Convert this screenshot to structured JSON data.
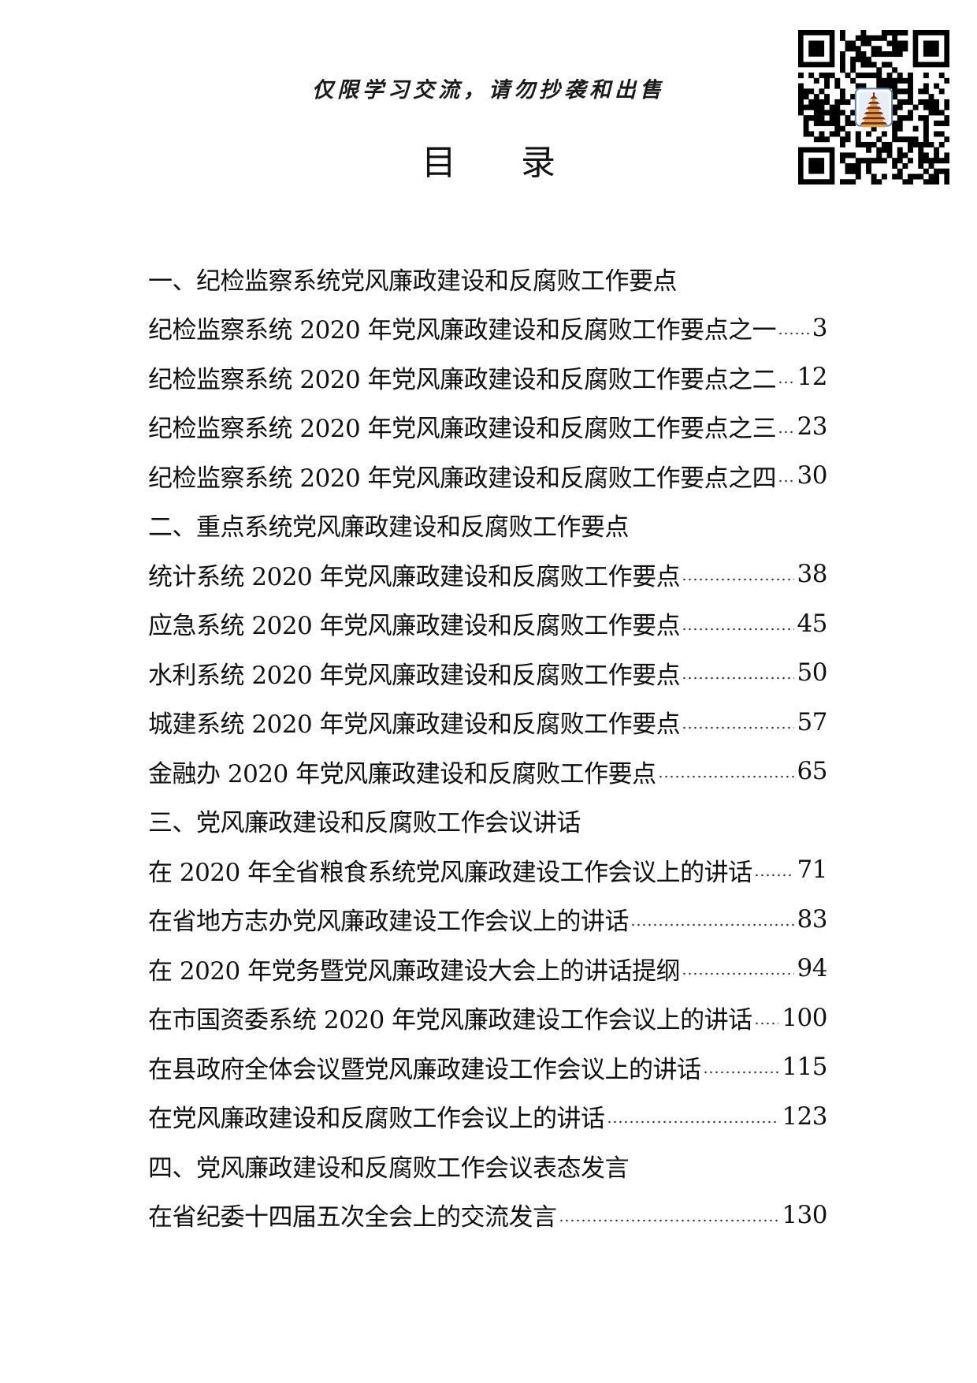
{
  "notice": "仅限学习交流，请勿抄袭和出售",
  "qr": {
    "icon": "pagoda-logo-icon",
    "frame_color": "#5b7fb4"
  },
  "toc": {
    "title": "目 录",
    "sections": [
      {
        "heading": "一、纪检监察系统党风廉政建设和反腐败工作要点",
        "entries": [
          {
            "title": "纪检监察系统 2020 年党风廉政建设和反腐败工作要点之一",
            "page": "3"
          },
          {
            "title": "纪检监察系统 2020 年党风廉政建设和反腐败工作要点之二",
            "page": "12"
          },
          {
            "title": "纪检监察系统 2020 年党风廉政建设和反腐败工作要点之三",
            "page": "23"
          },
          {
            "title": "纪检监察系统 2020 年党风廉政建设和反腐败工作要点之四",
            "page": "30"
          }
        ]
      },
      {
        "heading": "二、重点系统党风廉政建设和反腐败工作要点",
        "entries": [
          {
            "title": "统计系统 2020 年党风廉政建设和反腐败工作要点",
            "page": "38"
          },
          {
            "title": "应急系统 2020 年党风廉政建设和反腐败工作要点",
            "page": "45"
          },
          {
            "title": "水利系统 2020 年党风廉政建设和反腐败工作要点",
            "page": "50"
          },
          {
            "title": "城建系统 2020 年党风廉政建设和反腐败工作要点",
            "page": "57"
          },
          {
            "title": "金融办 2020 年党风廉政建设和反腐败工作要点",
            "page": "65"
          }
        ]
      },
      {
        "heading": "三、党风廉政建设和反腐败工作会议讲话",
        "entries": [
          {
            "title": "在 2020 年全省粮食系统党风廉政建设工作会议上的讲话",
            "page": "71"
          },
          {
            "title": "在省地方志办党风廉政建设工作会议上的讲话",
            "page": "83"
          },
          {
            "title": "在 2020 年党务暨党风廉政建设大会上的讲话提纲",
            "page": "94"
          },
          {
            "title": "在市国资委系统 2020 年党风廉政建设工作会议上的讲话",
            "page": "100"
          },
          {
            "title": "在县政府全体会议暨党风廉政建设工作会议上的讲话",
            "page": "115"
          },
          {
            "title": "在党风廉政建设和反腐败工作会议上的讲话",
            "page": "123"
          }
        ]
      },
      {
        "heading": "四、党风廉政建设和反腐败工作会议表态发言",
        "entries": [
          {
            "title": "在省纪委十四届五次全会上的交流发言",
            "page": "130"
          }
        ]
      }
    ]
  }
}
